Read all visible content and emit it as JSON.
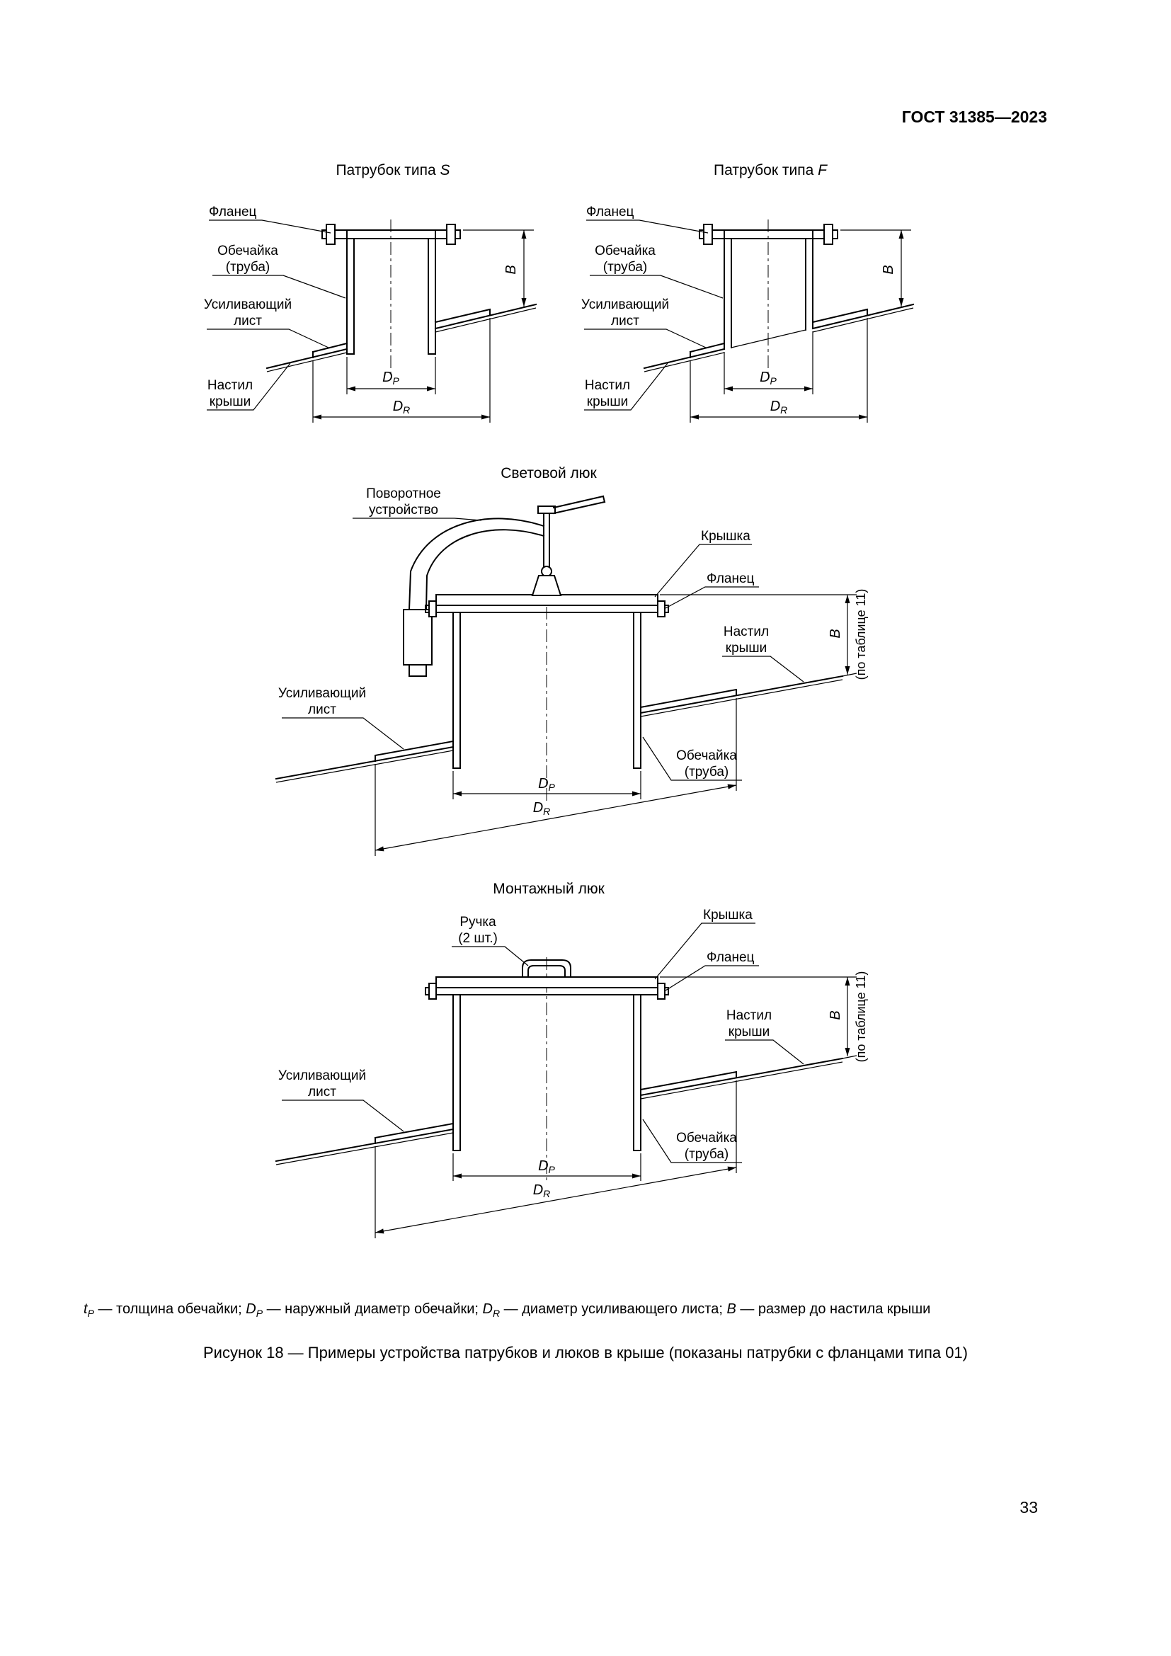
{
  "page": {
    "header": "ГОСТ 31385—2023",
    "page_number": "33",
    "caption": "Рисунок 18 — Примеры устройства патрубков и люков в крыше (показаны патрубки с фланцами типа 01)"
  },
  "titles": {
    "nozzle_prefix": "Патрубок типа ",
    "nozzle_s_var": "S",
    "nozzle_f_var": "F",
    "light_hatch": "Световой люк",
    "mount_hatch": "Монтажный люк"
  },
  "labels": {
    "flange": "Фланец",
    "shell_line1": "Обечайка",
    "shell_line2": "(труба)",
    "reinf_line1": "Усиливающий",
    "reinf_line2": "лист",
    "deck_line1": "Настил",
    "deck_line2": "крыши",
    "cover": "Крышка",
    "swivel_line1": "Поворотное",
    "swivel_line2": "устройство",
    "handle_line1": "Ручка",
    "handle_line2": "(2 шт.)"
  },
  "dims": {
    "d": "D",
    "p": "P",
    "r": "R",
    "b": "B",
    "b_note": "(по таблице 11)"
  },
  "footnote": {
    "v1": "t",
    "s1": "P",
    "t1": " — толщина обечайки; ",
    "v2": "D",
    "s2": "P",
    "t2": " — наружный диаметр обечайки; ",
    "v3": "D",
    "s3": "R",
    "t3": " — диаметр усиливающего листа; ",
    "v4": "B",
    "t4": " — размер до настила крыши"
  }
}
